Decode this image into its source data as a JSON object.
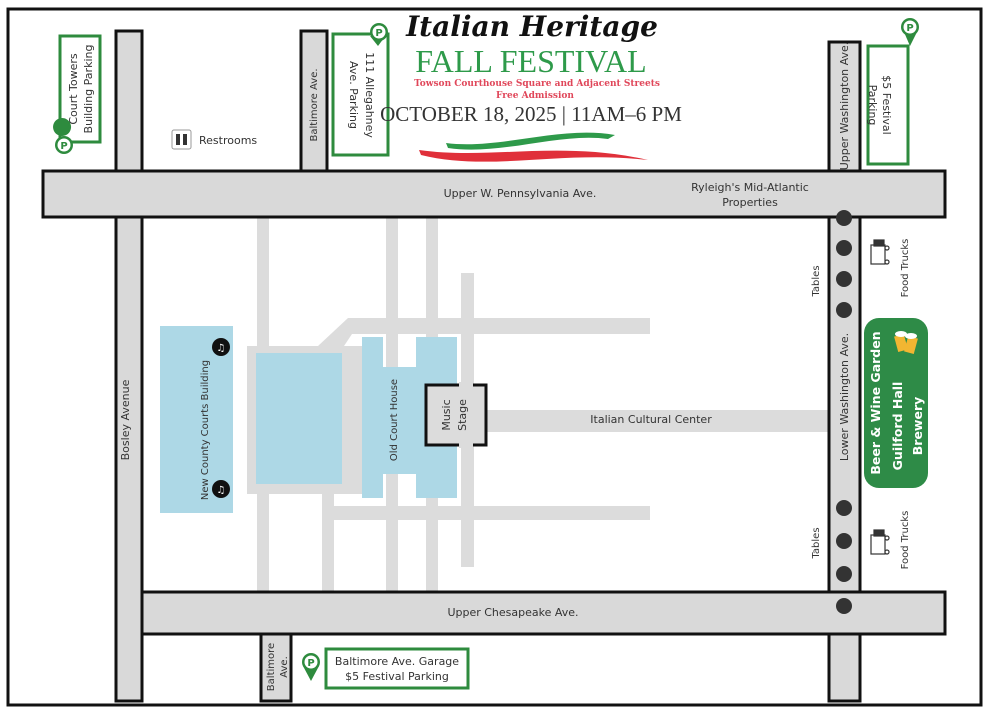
{
  "title": {
    "line1": "Italian Heritage",
    "line2": "FALL FESTIVAL",
    "location": "Towson Courthouse Square and Adjacent Streets",
    "admission": "Free Admission",
    "date_time": "OCTOBER 18, 2025 | 11AM–6 PM"
  },
  "colors": {
    "green": "#2e8b3e",
    "building": "#add8e6",
    "road": "#d9d9d9",
    "flag_red": "#e0303a"
  },
  "streets": {
    "bosley": "Bosley Avenue",
    "baltimore_top": "Baltimore Ave.",
    "baltimore_bottom_1": "Baltimore",
    "baltimore_bottom_2": "Ave.",
    "pennsylvania": "Upper W. Pennsylvania Ave.",
    "chesapeake": "Upper Chesapeake Ave.",
    "upper_washington": "Upper Washington Ave.",
    "lower_washington": "Lower Washington Ave."
  },
  "parking": {
    "court_towers": [
      "Court Towers",
      "Building Parking"
    ],
    "allegahney": [
      "111 Allegahney",
      "Ave. Parking"
    ],
    "festival": [
      "$5 Festival",
      "Parking"
    ],
    "garage": [
      "Baltimore Ave. Garage",
      "$5 Festival Parking"
    ],
    "marker_letter": "P"
  },
  "places": {
    "restrooms": "Restrooms",
    "ryleighs": [
      "Ryleigh's Mid-Atlantic",
      "Properties"
    ],
    "new_courts": "New County Courts Building",
    "old_court": "Old Court House",
    "music_stage": [
      "Music",
      "Stage"
    ],
    "italian_center": "Italian Cultural Center",
    "tables": "Tables",
    "food_trucks": "Food Trucks",
    "beer_garden": [
      "Beer & Wine Garden",
      "Guilford Hall",
      "Brewery"
    ]
  },
  "icons": [
    "parking-marker-icon",
    "restroom-icon",
    "food-truck-icon",
    "beer-mugs-icon",
    "info-marker-icon",
    "table-dot-icon"
  ]
}
